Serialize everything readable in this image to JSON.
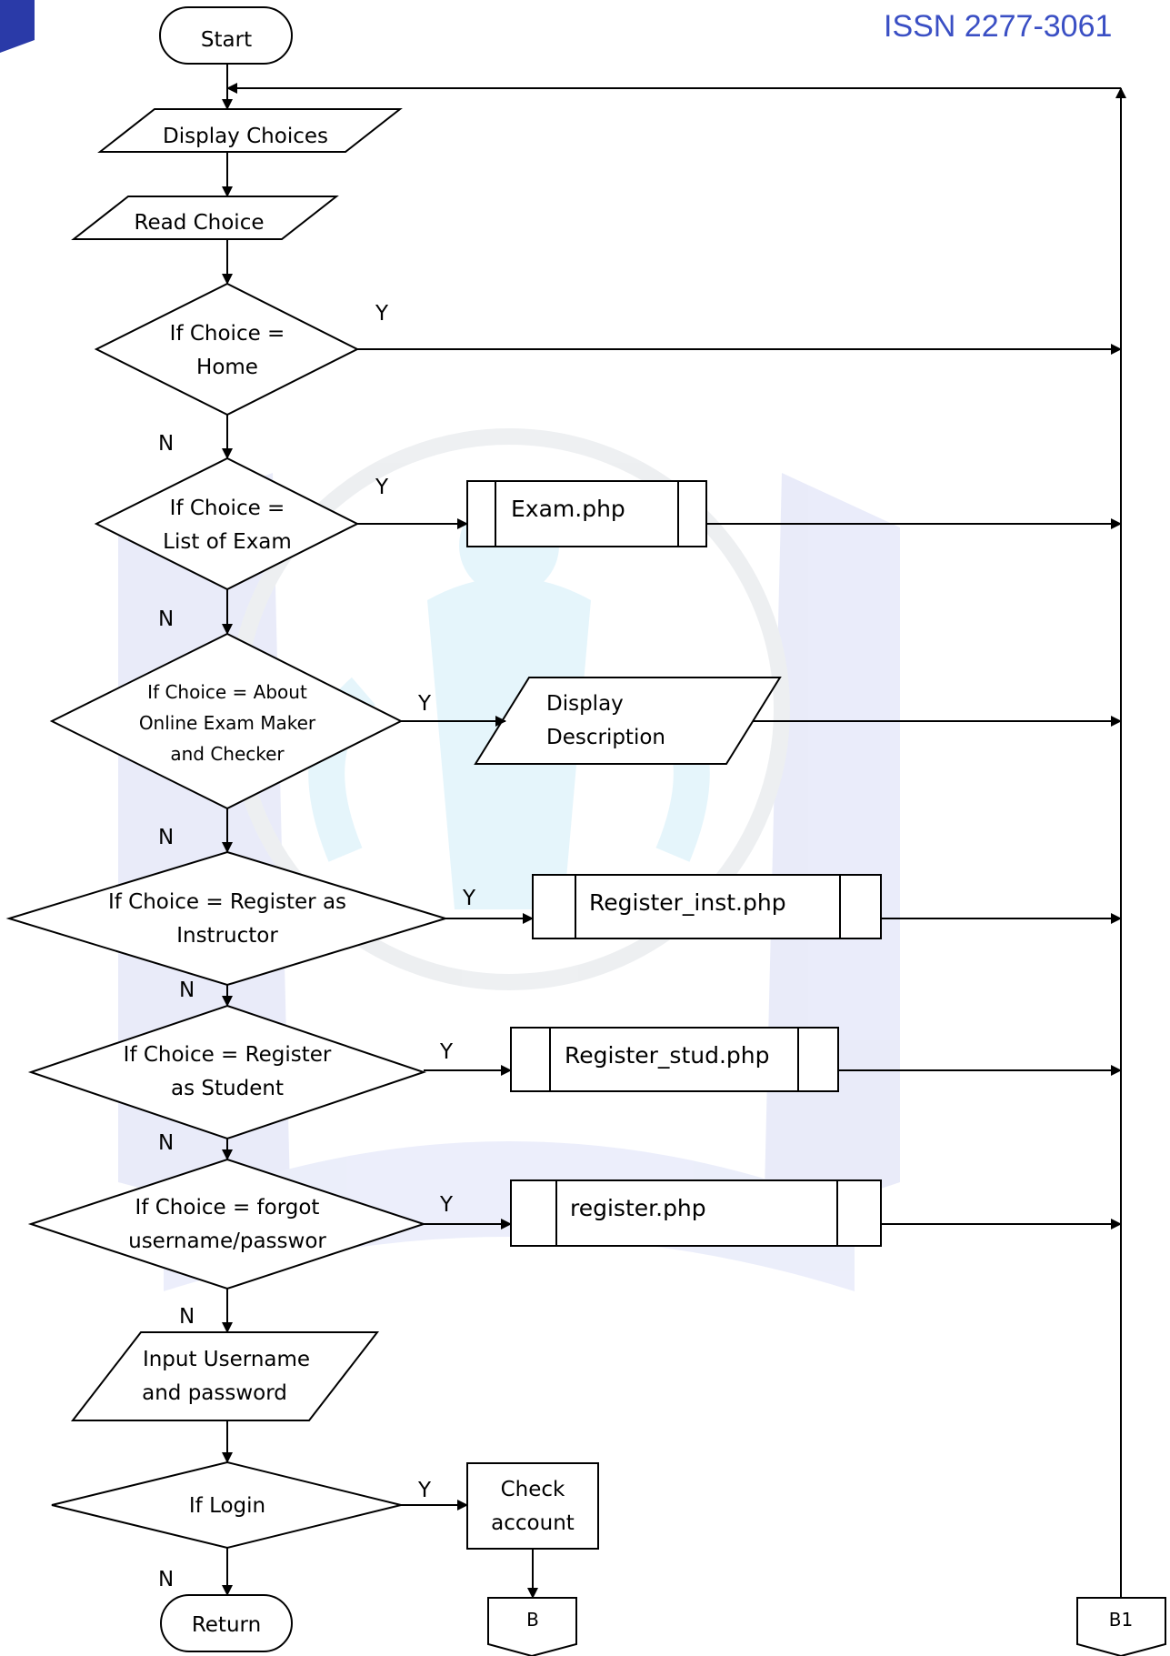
{
  "header": {
    "issn": "ISSN 2277-3061"
  },
  "nodes": {
    "start": "Start",
    "display_choices": "Display Choices",
    "read_choice": "Read Choice",
    "dec_home": [
      "If Choice =",
      "Home"
    ],
    "dec_exam": [
      "If Choice =",
      "List of Exam"
    ],
    "exam_php": "Exam.php",
    "dec_about": [
      "If Choice = About",
      "Online Exam Maker",
      "and Checker"
    ],
    "display_description": [
      "Display",
      "Description"
    ],
    "dec_reg_inst": [
      "If Choice = Register as",
      "Instructor"
    ],
    "register_inst_php": "Register_inst.php",
    "dec_reg_stud": [
      "If Choice = Register",
      "as Student"
    ],
    "register_stud_php": "Register_stud.php",
    "dec_forgot": [
      "If Choice = forgot",
      "username/passwor"
    ],
    "register_php": "register.php",
    "input_user": [
      "Input Username",
      "and password"
    ],
    "dec_login": "If Login",
    "check_account": [
      "Check",
      "account"
    ],
    "return": "Return",
    "conn_b": "B",
    "conn_b1": "B1"
  },
  "edge_labels": {
    "yes": "Y",
    "no": "N"
  }
}
